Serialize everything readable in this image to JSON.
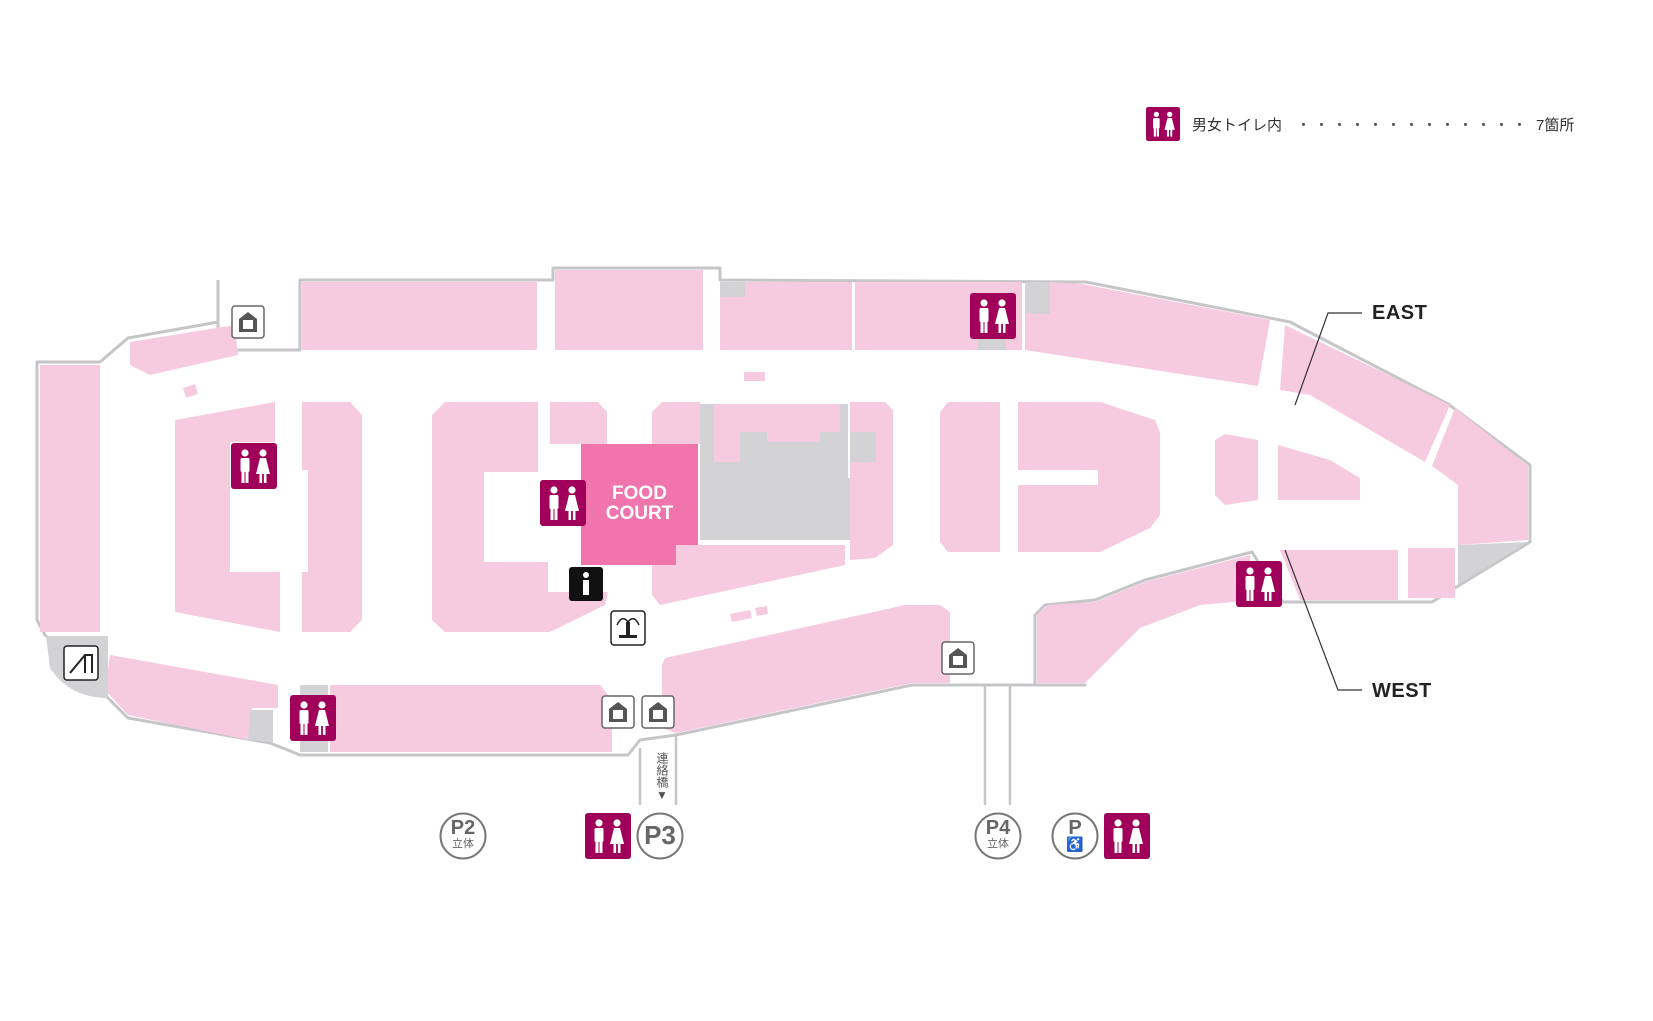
{
  "legend": {
    "icon": "restroom-icon",
    "label": "男女トイレ内",
    "leader": "・・・・・・・・・・・・・",
    "count": "7箇所"
  },
  "labels": {
    "food_court_line1": "FOOD",
    "food_court_line2": "COURT",
    "east": "EAST",
    "west": "WEST",
    "bridge": "連絡橋▼"
  },
  "parking": [
    {
      "label": "P2",
      "sub": "立体"
    },
    {
      "label": "P3",
      "sub": ""
    },
    {
      "label": "P4",
      "sub": "立体"
    },
    {
      "label": "P",
      "sub": "♿"
    }
  ],
  "colors": {
    "shop": "#f7cbdf",
    "restroom": "#a0005a",
    "food_court": "#f075ac",
    "service": "#d3d3d5"
  }
}
